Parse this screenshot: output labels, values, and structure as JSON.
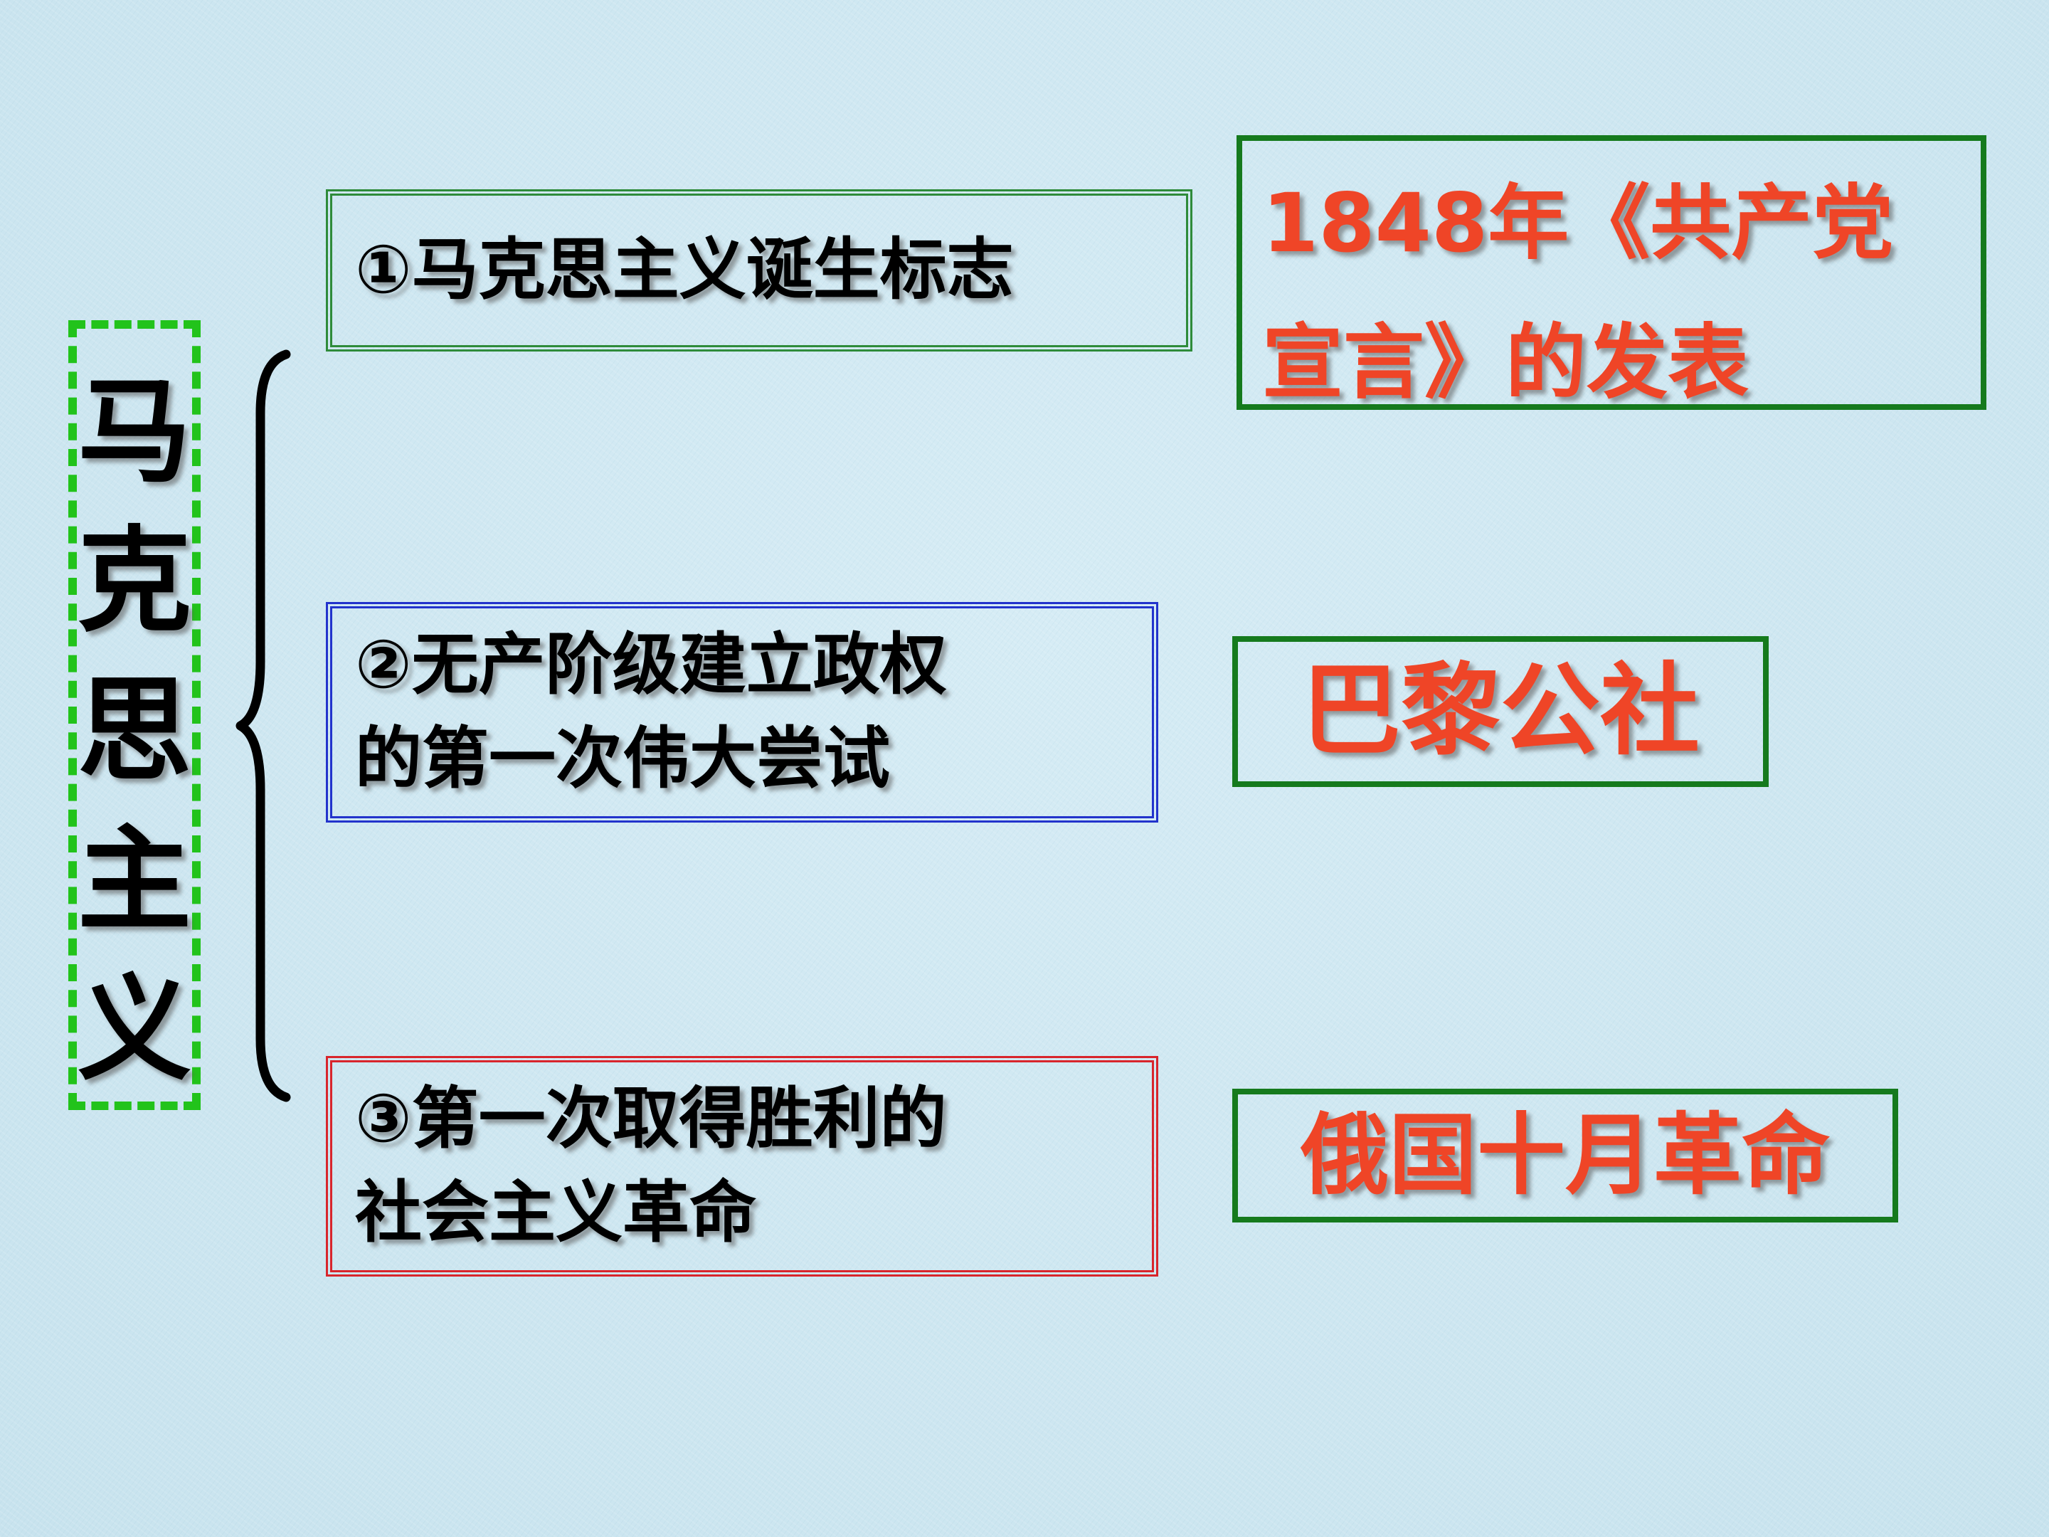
{
  "title": {
    "chars": [
      "马",
      "克",
      "思",
      "主",
      "义"
    ]
  },
  "items": [
    {
      "question": "①马克思主义诞生标志",
      "answer": "1848年《共产党\n宣言》的发表"
    },
    {
      "question": "②无产阶级建立政权\n的第一次伟大尝试",
      "answer": "巴黎公社"
    },
    {
      "question": "③第一次取得胜利的\n社会主义革命",
      "answer": "俄国十月革命"
    }
  ],
  "colors": {
    "background": "#cfe8f2",
    "title_border": "#22c31b",
    "q1_border": "#2e8b3a",
    "q2_border": "#2233cc",
    "q3_border": "#d8252c",
    "answer_border": "#157a1d",
    "answer_text": "#ef4527"
  }
}
